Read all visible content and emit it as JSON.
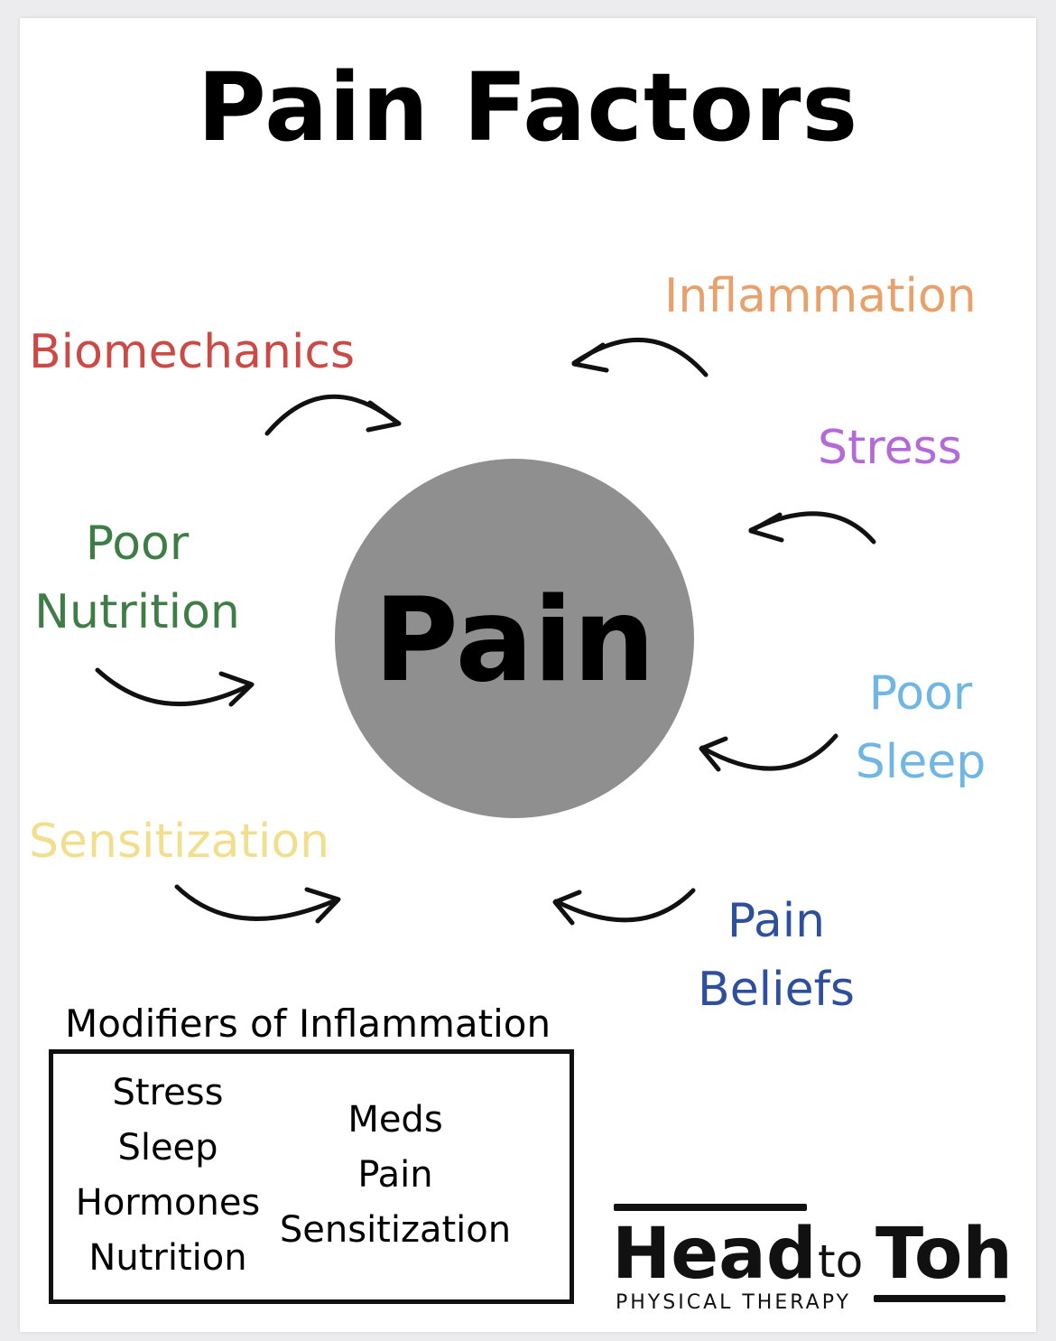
{
  "title": "Pain Factors",
  "center": {
    "label": "Pain",
    "color": "#8f8f8f"
  },
  "factors": {
    "biomechanics": {
      "label": "Biomechanics",
      "color": "#cc4a45"
    },
    "inflammation": {
      "label": "Inflammation",
      "color": "#e8a16a"
    },
    "stress": {
      "label": "Stress",
      "color": "#b36ad6"
    },
    "poor_nutrition": {
      "line1": "Poor",
      "line2": "Nutrition",
      "color": "#3e7d45"
    },
    "poor_sleep": {
      "line1": "Poor",
      "line2": "Sleep",
      "color": "#6fb6e4"
    },
    "sensitization": {
      "label": "Sensitization",
      "color": "#f1df8e"
    },
    "pain_beliefs": {
      "line1": "Pain",
      "line2": "Beliefs",
      "color": "#2e4f9c"
    }
  },
  "modifiers": {
    "title": "Modifiers of Inflammation",
    "left": [
      "Stress",
      "Sleep",
      "Hormones",
      "Nutrition"
    ],
    "right": [
      "Meds",
      "Pain",
      "Sensitization"
    ]
  },
  "logo": {
    "head": "Head",
    "to": "to",
    "toh": "Toh",
    "subtitle": "PHYSICAL THERAPY"
  }
}
